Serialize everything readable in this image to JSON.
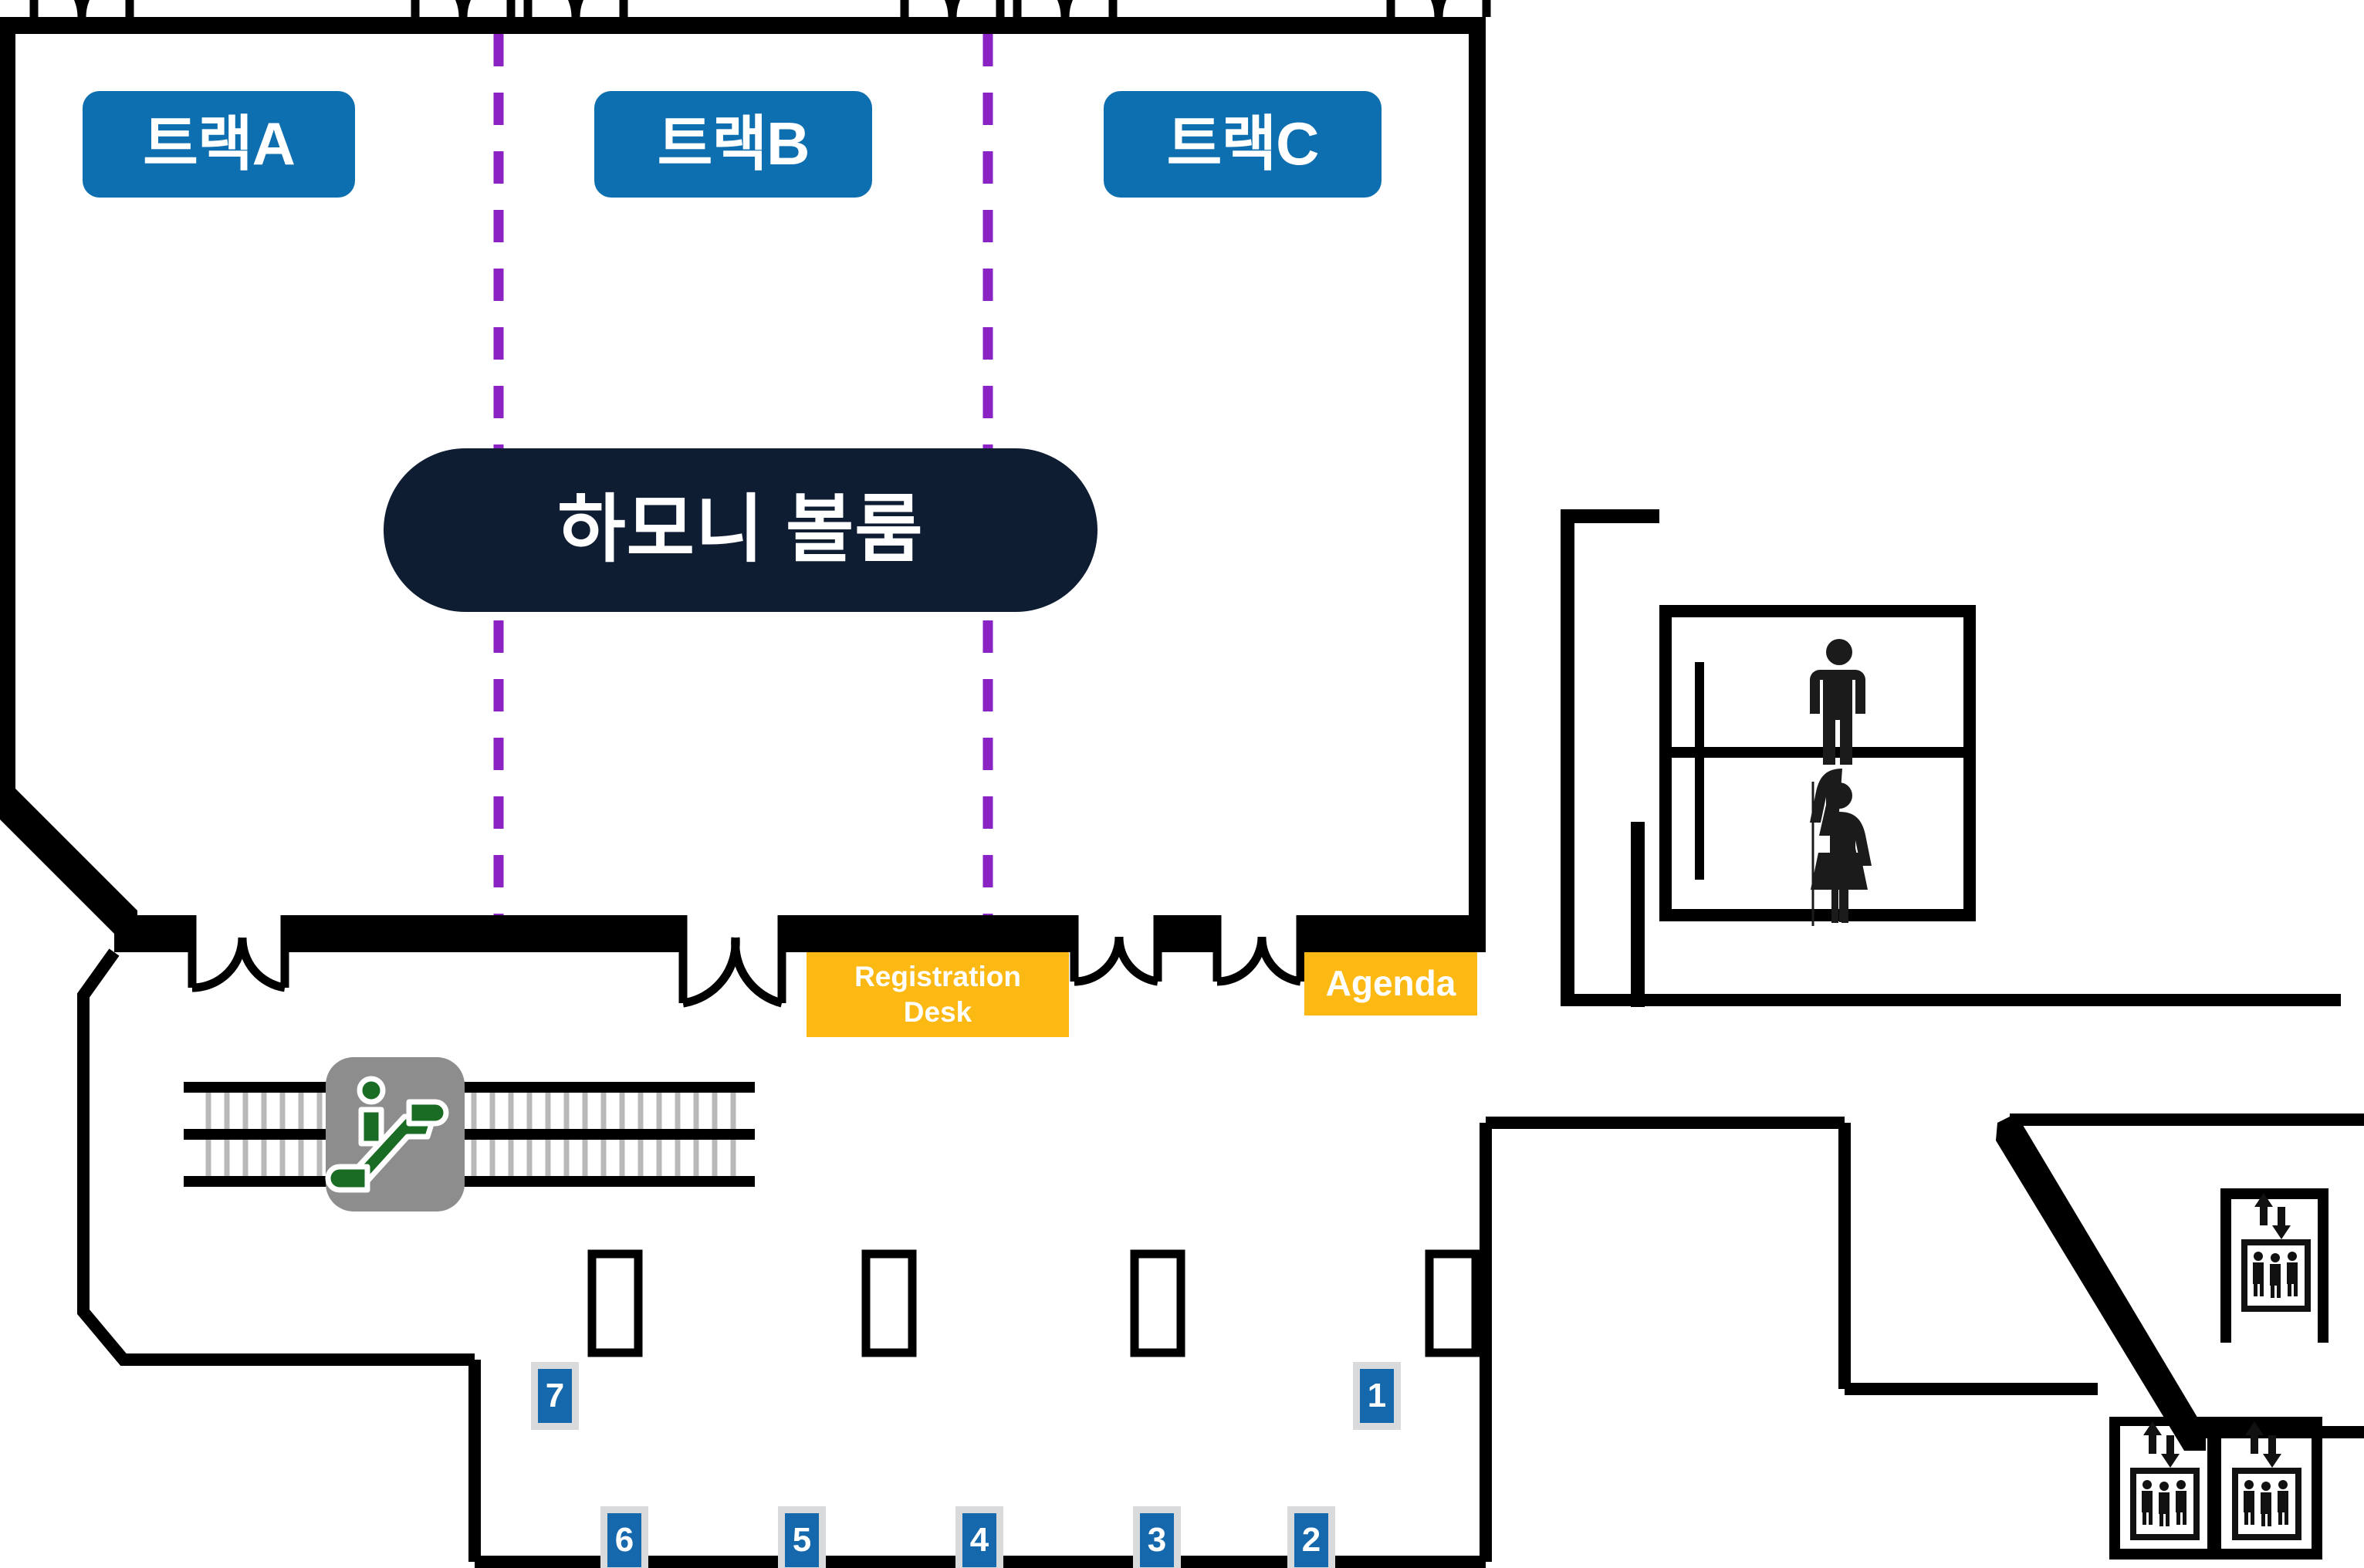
{
  "venue": {
    "main_room": {
      "name": "하모니 볼룸"
    },
    "tracks": [
      {
        "id": "track-a",
        "label": "트랙A"
      },
      {
        "id": "track-b",
        "label": "트랙B"
      },
      {
        "id": "track-c",
        "label": "트랙C"
      }
    ],
    "service_points": [
      {
        "id": "registration-desk",
        "label_line1": "Registration",
        "label_line2": "Desk"
      },
      {
        "id": "agenda",
        "label_line1": "Agenda",
        "label_line2": ""
      }
    ],
    "booths": [
      {
        "id": "booth-1",
        "label": "1"
      },
      {
        "id": "booth-2",
        "label": "2"
      },
      {
        "id": "booth-3",
        "label": "3"
      },
      {
        "id": "booth-4",
        "label": "4"
      },
      {
        "id": "booth-5",
        "label": "5"
      },
      {
        "id": "booth-6",
        "label": "6"
      },
      {
        "id": "booth-7",
        "label": "7"
      }
    ],
    "facilities": [
      {
        "id": "escalator",
        "icon": "escalator-icon"
      },
      {
        "id": "restroom-men",
        "icon": "male-restroom-icon"
      },
      {
        "id": "restroom-women",
        "icon": "female-restroom-icon"
      },
      {
        "id": "elevator-1",
        "icon": "elevator-icon"
      },
      {
        "id": "elevator-2",
        "icon": "elevator-icon"
      },
      {
        "id": "elevator-3",
        "icon": "elevator-icon"
      }
    ]
  },
  "colors": {
    "track_blue": "#0d6eb0",
    "ballroom_navy": "#0f1d33",
    "amber": "#fcb813",
    "booth_blue": "#1668ad",
    "booth_border": "#d9dadb",
    "divider_purple": "#8a22c4",
    "wall_black": "#000000",
    "escalator_green": "#1a6b24",
    "escalator_gray": "#8d8d8d"
  }
}
